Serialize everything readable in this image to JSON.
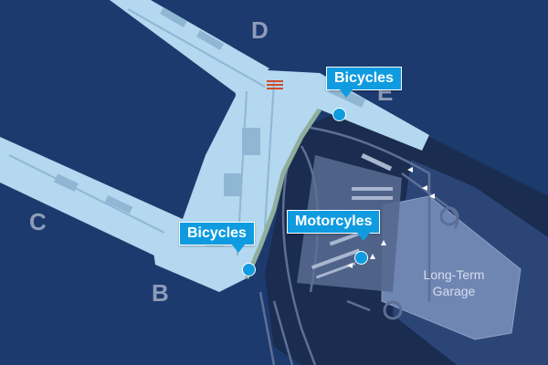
{
  "map": {
    "concourses": [
      "D",
      "E",
      "C",
      "B"
    ],
    "garage": {
      "line1": "Long-Term",
      "line2": "Garage"
    },
    "callouts": [
      {
        "label": "Bicycles",
        "icon": "location-pin-icon"
      },
      {
        "label": "Bicycles",
        "icon": "location-pin-icon"
      },
      {
        "label": "Motorcyles",
        "icon": "location-pin-icon"
      }
    ]
  },
  "colors": {
    "background": "#1d3a6e",
    "terminal": "#b3d8ef",
    "roadway": "#1a2c4f",
    "garage": "#6f86b3",
    "callout": "#0f9be0"
  }
}
